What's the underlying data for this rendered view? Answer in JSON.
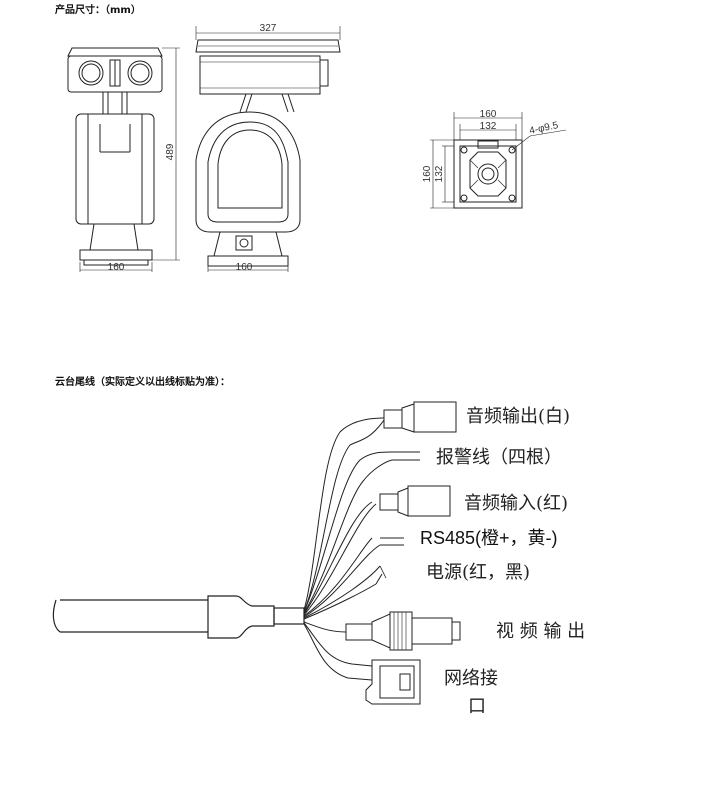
{
  "section1": {
    "title": "产品尺寸：（mm）"
  },
  "section2": {
    "title": "云台尾线（实际定义以出线标贴为准）："
  },
  "dims": {
    "front_width": "160",
    "front_height": "489",
    "side_width": "327",
    "side_base": "160",
    "top_outer": "160",
    "top_inner": "132",
    "top_side_outer": "160",
    "top_side_inner": "132",
    "hole": "4-φ9.5"
  },
  "cables": {
    "audio_out": "音频输出(白)",
    "alarm": "报警线（四根）",
    "audio_in": "音频输入(红)",
    "rs485": "RS485(橙+，黄-)",
    "power": "电源(红，黑)",
    "video_out": "视 频 输 出",
    "network_line1": "网络接",
    "network_line2": "口"
  }
}
